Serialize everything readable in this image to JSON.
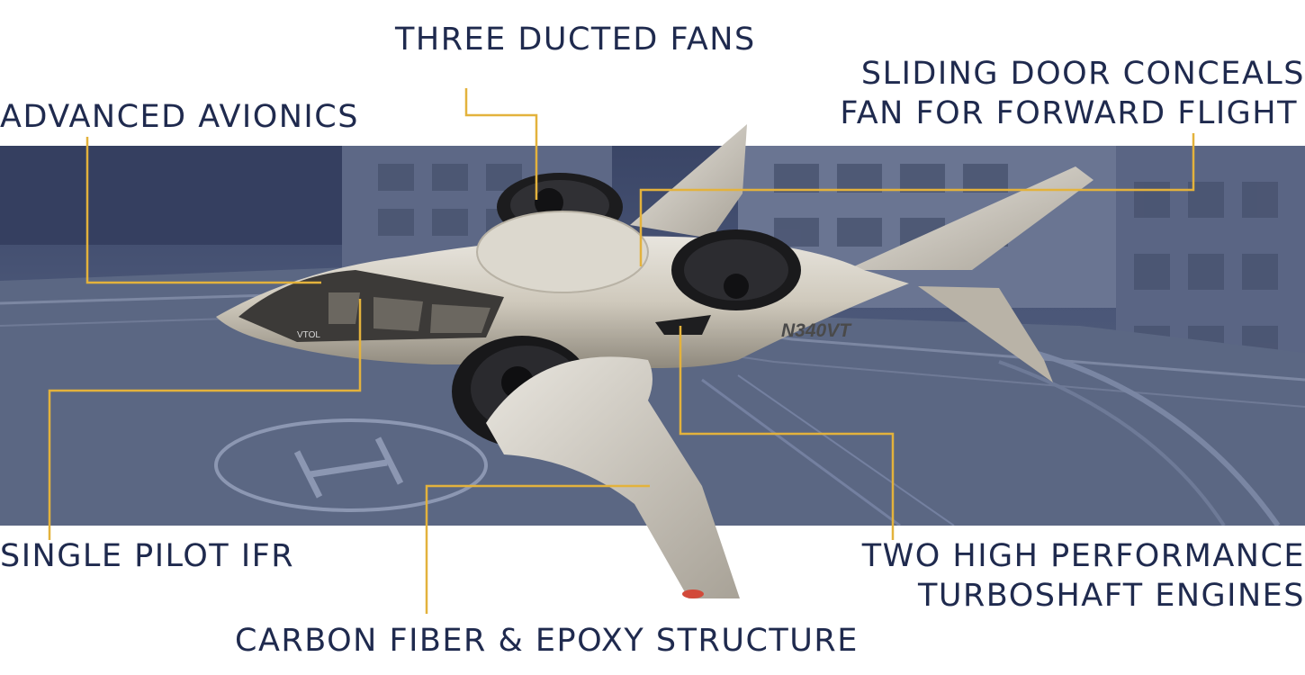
{
  "callouts": {
    "three_ducted_fans": "THREE DUCTED FANS",
    "advanced_avionics": "ADVANCED AVIONICS",
    "sliding_door_line1": "SLIDING DOOR CONCEALS",
    "sliding_door_line2": "FAN FOR FORWARD FLIGHT",
    "single_pilot_ifr": "SINGLE PILOT IFR",
    "engines_line1": "TWO HIGH PERFORMANCE",
    "engines_line2": "TURBOSHAFT ENGINES",
    "structure": "CARBON FIBER & EPOXY STRUCTURE"
  },
  "aircraft": {
    "registration": "N340VT",
    "nose_marking": "VTOL"
  },
  "colors": {
    "label_text": "#1f2a4e",
    "leader_line": "#e3b23c",
    "background_band": "#4a5677",
    "aircraft_body": "#d8d3c8"
  }
}
